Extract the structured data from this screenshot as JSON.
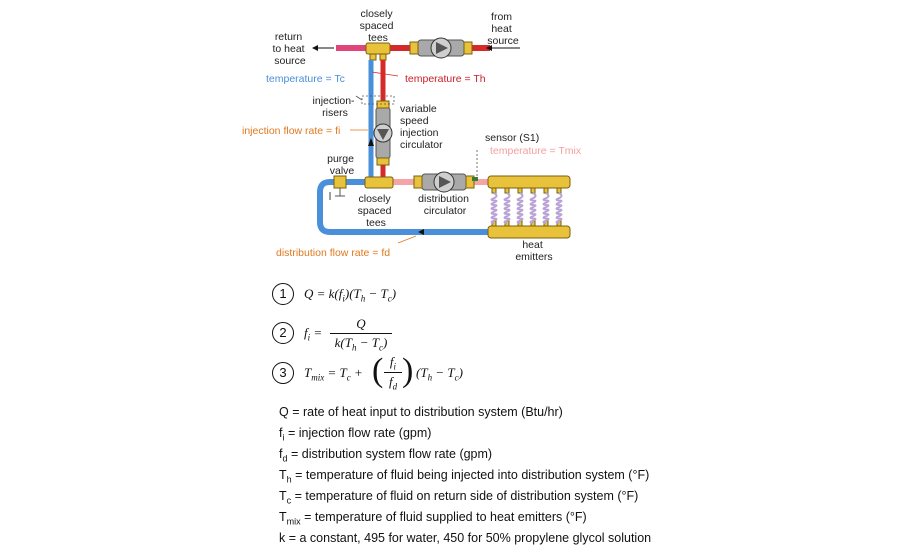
{
  "labels": {
    "closely_spaced_tees_top": [
      "closely",
      "spaced",
      "tees"
    ],
    "from_heat_source": [
      "from",
      "heat",
      "source"
    ],
    "return_to_heat_source": [
      "return",
      "to heat",
      "source"
    ],
    "temperature_tc": "temperature = Tc",
    "temperature_th": "temperature = Th",
    "injection_risers": [
      "injection-",
      "risers"
    ],
    "variable_speed_injection_circulator": [
      "variable",
      "speed",
      "injection",
      "circulator"
    ],
    "injection_flow_rate": "injection flow rate = fi",
    "sensor": "sensor (S1)",
    "temperature_tmix": "temperature = Tmix",
    "purge_valve": [
      "purge",
      "valve"
    ],
    "closely_spaced_tees_bottom": [
      "closely",
      "spaced",
      "tees"
    ],
    "distribution_circulator": [
      "distribution",
      "circulator"
    ],
    "distribution_flow_rate": "distribution flow rate = fd",
    "heat_emitters": [
      "heat",
      "emitters"
    ]
  },
  "equations": {
    "eq1_number": "1",
    "eq2_number": "2",
    "eq3_number": "3"
  },
  "definitions": [
    {
      "sym": "Q",
      "sub": "",
      "text": " = rate of heat input to distribution system (Btu/hr)"
    },
    {
      "sym": "f",
      "sub": "i",
      "text": " = injection flow rate (gpm)"
    },
    {
      "sym": "f",
      "sub": "d",
      "text": " = distribution system flow rate (gpm)"
    },
    {
      "sym": "T",
      "sub": "h",
      "text": " = temperature of fluid being injected into distribution system (°F)"
    },
    {
      "sym": "T",
      "sub": "c",
      "text": " = temperature of fluid on return side of distribution system (°F)"
    },
    {
      "sym": "T",
      "sub": "mix",
      "text": " = temperature of fluid supplied to heat emitters (°F)"
    },
    {
      "sym": "k",
      "sub": "",
      "text": " = a constant, 495 for water, 450 for 50% propylene glycol solution"
    }
  ],
  "colors": {
    "hot_pipe": "#d62a2a",
    "cold_pipe": "#4a8fd9",
    "mix_pipe": "#f4a6a6",
    "return_pipe": "#e0447a",
    "brass": "#e8c23a",
    "manifold_tubing": "#b9a3d6"
  }
}
